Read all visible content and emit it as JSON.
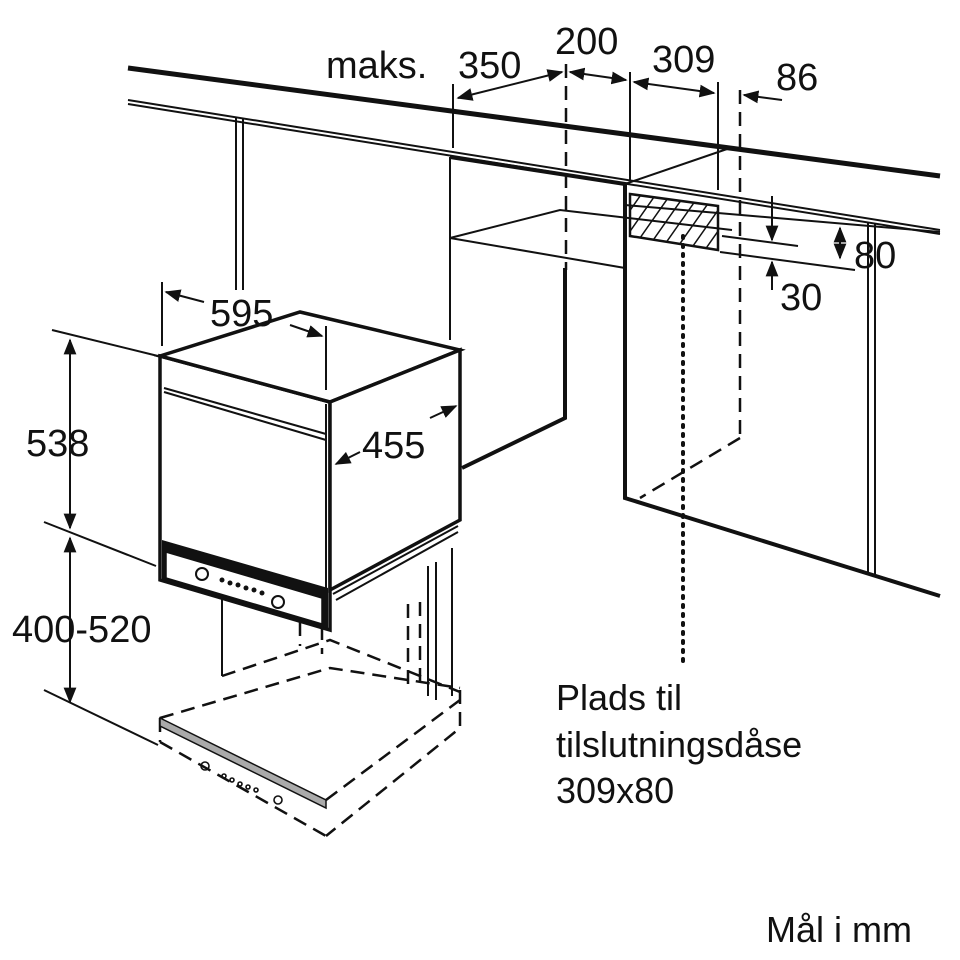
{
  "dimensions": {
    "max_label": "maks.",
    "depth_350": "350",
    "offset_200": "200",
    "box_width_309": "309",
    "offset_86": "86",
    "box_height_80": "80",
    "offset_30": "30",
    "width_595": "595",
    "height_538": "538",
    "depth_455": "455",
    "install_height": "400-520"
  },
  "note": {
    "line1": "Plads til",
    "line2": "tilslutningsdåse",
    "line3": "309x80"
  },
  "units": "Mål i mm",
  "colors": {
    "ink": "#111111",
    "panel_gray": "#aaaaaa",
    "background": "#ffffff"
  }
}
